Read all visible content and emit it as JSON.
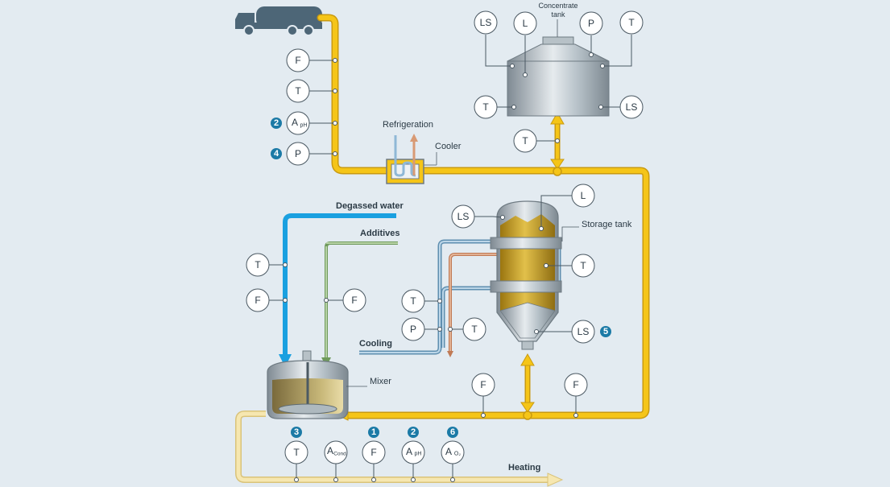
{
  "labels": {
    "concentrate_tank": [
      "Concentrate",
      "tank"
    ],
    "refrigeration": "Refrigeration",
    "cooler": "Cooler",
    "degassed_water": "Degassed water",
    "additives": "Additives",
    "storage_tank": "Storage tank",
    "cooling": "Cooling",
    "mixer": "Mixer",
    "heating": "Heating"
  },
  "instruments": {
    "truck_f": "F",
    "truck_t": "T",
    "truck_a": "A",
    "truck_a_sub": "pH",
    "truck_p": "P",
    "conc_ls1": "LS",
    "conc_l": "L",
    "conc_p": "P",
    "conc_t1": "T",
    "conc_t2": "T",
    "conc_ls2": "LS",
    "pipe_t": "T",
    "water_t": "T",
    "water_f": "F",
    "add_f": "F",
    "stor_ls1": "LS",
    "stor_l": "L",
    "stor_t": "T",
    "stor_ls2": "LS",
    "cool_t": "T",
    "cool_p": "P",
    "cool_t2": "T",
    "line_f1": "F",
    "line_f2": "F",
    "out_t": "T",
    "out_a1": "A",
    "out_a1_sub": "Cond",
    "out_f": "F",
    "out_a2": "A",
    "out_a2_sub": "pH",
    "out_a3": "A",
    "out_a3_sub": "O₂"
  },
  "badges": {
    "truck_ph": "2",
    "truck_p": "4",
    "storage_ls": "5",
    "out_t": "3",
    "out_f": "1",
    "out_ph": "2",
    "out_o2": "6"
  },
  "colors": {
    "background": "#e3ebf1",
    "product_pipe": "#f5c518",
    "water_pipe": "#1aa0e0",
    "additive_pipe": "#8fb478",
    "cooling_pipe": "#8fb8d6",
    "warm_pipe": "#d89a74",
    "heating_pipe": "#f3dfa0",
    "badge": "#1b7aa6",
    "tank_steel": "#a9b4bc",
    "product_fill": "#c9a128"
  }
}
